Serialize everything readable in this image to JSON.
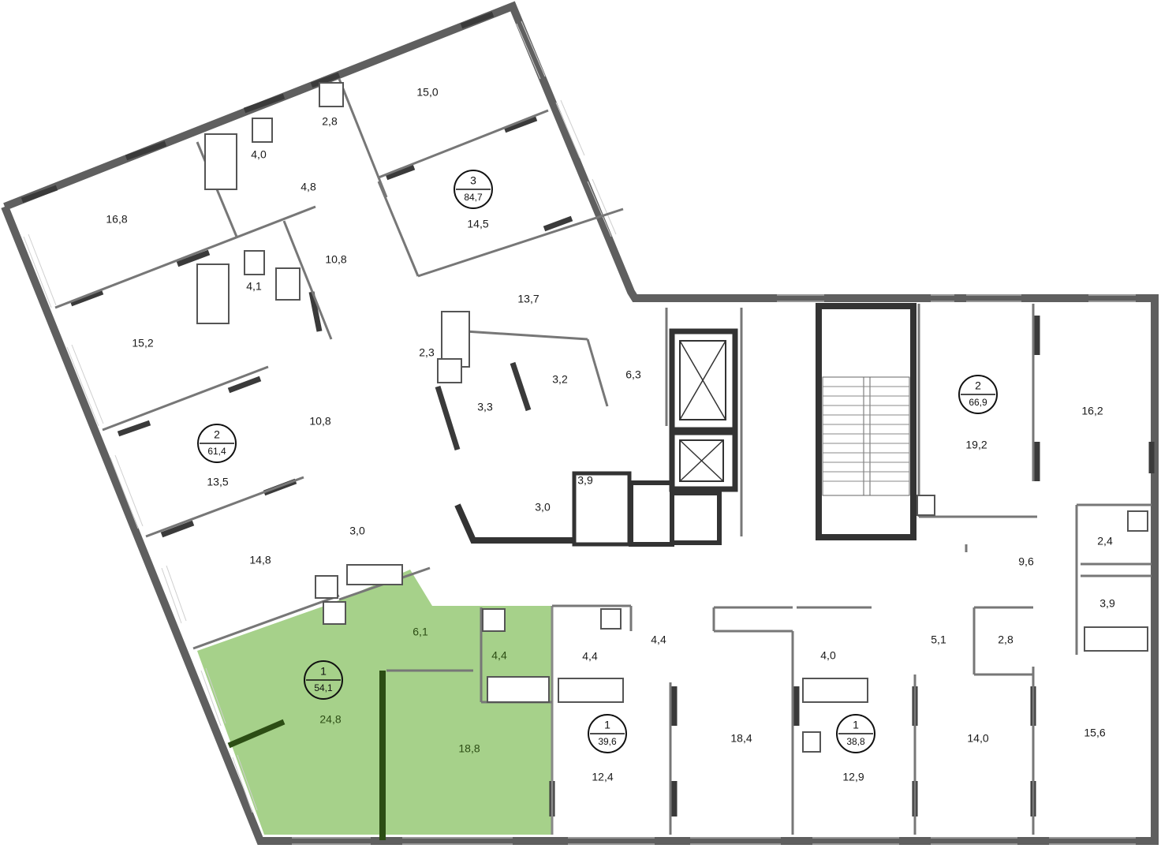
{
  "plan": {
    "highlight_color": "#a6d18a",
    "highlight_text_color": "#2c4d14",
    "apartments": [
      {
        "id": "apt-3-84",
        "rooms": "3",
        "area": "84,7"
      },
      {
        "id": "apt-2-61",
        "rooms": "2",
        "area": "61,4"
      },
      {
        "id": "apt-2-66",
        "rooms": "2",
        "area": "66,9"
      },
      {
        "id": "apt-1-54",
        "rooms": "1",
        "area": "54,1",
        "selected": true
      },
      {
        "id": "apt-1-39",
        "rooms": "1",
        "area": "39,6"
      },
      {
        "id": "apt-1-38",
        "rooms": "1",
        "area": "38,8"
      }
    ],
    "room_areas": [
      "15,0",
      "2,8",
      "4,0",
      "4,8",
      "14,5",
      "16,8",
      "10,8",
      "4,1",
      "13,7",
      "15,2",
      "2,3",
      "6,3",
      "3,2",
      "3,3",
      "10,8",
      "13,5",
      "3,9",
      "3,0",
      "3,0",
      "14,8",
      "19,2",
      "16,2",
      "9,6",
      "2,4",
      "3,9",
      "6,1",
      "4,4",
      "24,8",
      "18,8",
      "4,4",
      "4,4",
      "4,0",
      "5,1",
      "2,8",
      "18,4",
      "12,4",
      "12,9",
      "14,0",
      "15,6"
    ]
  }
}
